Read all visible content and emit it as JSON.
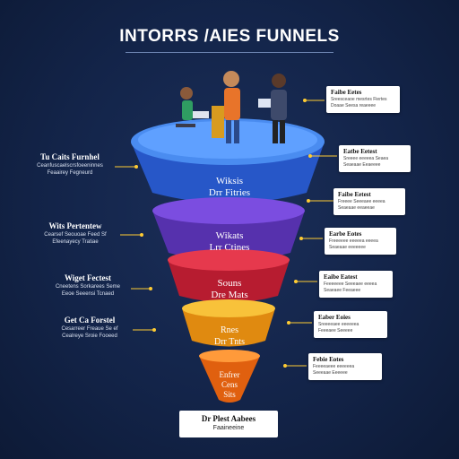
{
  "title": "INTORRS /AIES FUNNELS",
  "tiers": [
    {
      "line1": "Wiksis",
      "line2": "Drr Fitries",
      "color": "#2f6fe0"
    },
    {
      "line1": "Wikats",
      "line2": "Lrr Ctines",
      "color": "#6a3fc8"
    },
    {
      "line1": "Souns",
      "line2": "Dre Mats",
      "color": "#d6283e"
    },
    {
      "line1": "Rnes",
      "line2": "Drr Tnts",
      "color": "#f2a41b"
    },
    {
      "line1": "Enfrer",
      "line2": "Cens",
      "line3": "Sits",
      "color": "#f07a1a"
    }
  ],
  "left_notes": [
    {
      "heading": "Tu Caits Furnhel",
      "desc1": "Ceanfuscaelscrsfoeeninnes",
      "desc2": "Feaairey Fegneurd"
    },
    {
      "heading": "Wits Pertentew",
      "desc1": "Cearsef Seouoae Feed Sf",
      "desc2": "Efeenayecy Tratiae"
    },
    {
      "heading": "Wiget Fectest",
      "desc1": "Cneetens Sorkarees Seme",
      "desc2": "Eeoe Seeensi Tcnaed"
    },
    {
      "heading": "Get Ca Forstel",
      "desc1": "Cesarreer Freaue Se ef",
      "desc2": "Cealreye Sroie Fooeed"
    }
  ],
  "right_cards": [
    {
      "heading": "Faibe Eetes",
      "desc1": "Sreesceaoe mesrtes Fiertes",
      "desc2": "Doaae Seesa reaeeee"
    },
    {
      "heading": "Eatbe Eetest",
      "desc1": "Sreeee eeeeea Seaea",
      "desc2": "Seaeaae Eeaeeee"
    },
    {
      "heading": "Faibe Eetest",
      "desc1": "Freeee Seeeaee eeeea",
      "desc2": "Seaeaae eeaeeae"
    },
    {
      "heading": "Earbe Eotes",
      "desc1": "Freeeeee eeeeea eeeea",
      "desc2": "Seaeaae eeeeeee"
    },
    {
      "heading": "Eaibe Eatest",
      "desc1": "Feeeeeee Seeeaee eeeea",
      "desc2": "Seaeaee Feeaeee"
    },
    {
      "heading": "Eaber Eoies",
      "desc1": "Sreeeeaee eeeeeea",
      "desc2": "Feeeaee Seeeee"
    },
    {
      "heading": "Febie Eotes",
      "desc1": "Feeeeaeee eeeeeea",
      "desc2": "Seeeaae Eeeeee"
    }
  ],
  "footer": {
    "heading": "Dr Plest Aabees",
    "sub": "Faaineeine"
  },
  "colors": {
    "background": "#132449",
    "accent_line": "#ffcc33"
  }
}
